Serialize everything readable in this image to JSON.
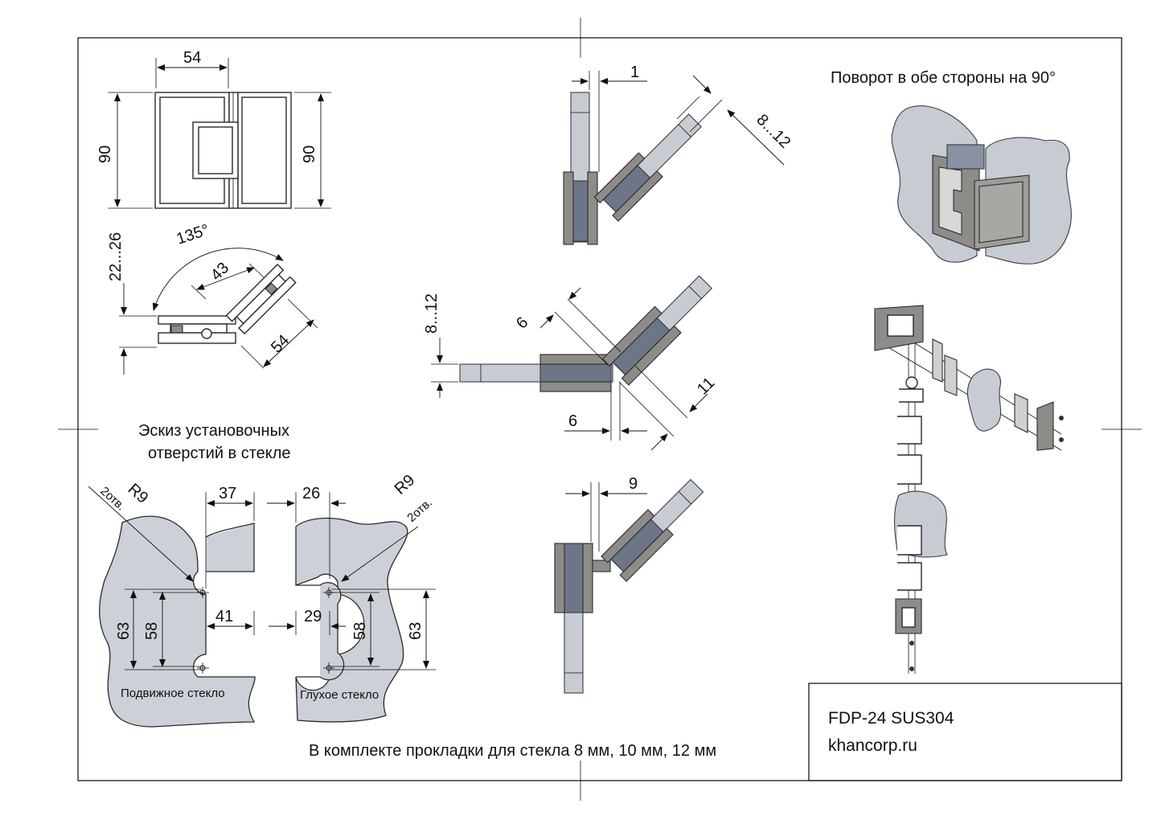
{
  "dims": {
    "top_width": "54",
    "top_left_height": "90",
    "top_right_height": "90",
    "gap_range": "22...26",
    "angle": "135°",
    "arm_43": "43",
    "arm_54": "54",
    "glass_1": "1",
    "glass_8_12_a": "8...12",
    "glass_8_12_b": "8...12",
    "offset_6_a": "6",
    "offset_6_b": "6",
    "offset_11": "11",
    "offset_9": "9",
    "cut_37": "37",
    "cut_26": "26",
    "cut_41": "41",
    "cut_29": "29",
    "cut_63_a": "63",
    "cut_58_a": "58",
    "cut_58_b": "58",
    "cut_63_b": "63",
    "radius_a": "R9",
    "holes_a": "2отв.",
    "radius_b": "R9",
    "holes_b": "2отв."
  },
  "labels": {
    "sketch_line1": "Эскиз установочных",
    "sketch_line2": "отверстий в стекле",
    "rotation": "Поворот в обе стороны на 90°",
    "movable_glass": "Подвижное стекло",
    "fixed_glass": "Глухое стекло",
    "kit_note": "В комплекте прокладки для стекла 8 мм, 10 мм, 12 мм"
  },
  "titleblock": {
    "model": "FDP-24 SUS304",
    "site": "khancorp.ru"
  }
}
